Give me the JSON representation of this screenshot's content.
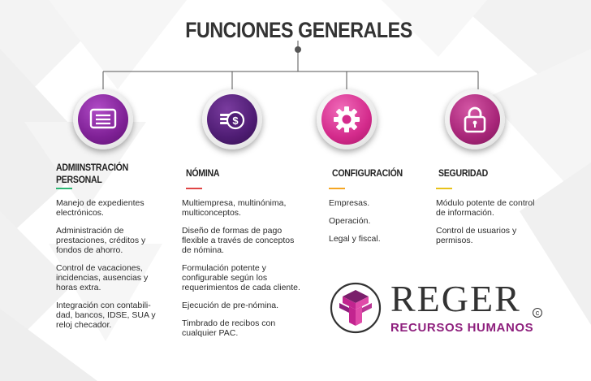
{
  "title": "FUNCIONES GENERALES",
  "colors": {
    "accent_purple": "#7f2196",
    "accent_dark_purple": "#4f1d74",
    "accent_magenta": "#d42b8c",
    "accent_pink": "#a82679",
    "rule_green": "#2bb673",
    "rule_red": "#e04545",
    "rule_orange": "#f5a623",
    "rule_yellow": "#e8c21a"
  },
  "columns": [
    {
      "icon": "document-icon",
      "title": "ADMIINSTRACIÓN PERSONAL",
      "items": [
        "Manejo de expedientes electrónicos.",
        "Administración de prestaciones, créditos y fondos de ahorro.",
        "Control de vacaciones, incidencias, ausencias y horas extra.",
        "Integración con contabili-dad, bancos, IDSE, SUA y reloj checador."
      ]
    },
    {
      "icon": "coins-dollar-icon",
      "title": "NÓMINA",
      "items": [
        "Multiempresa, multinónima, multiconceptos.",
        "Diseño de formas de pago flexible a través de conceptos de nómina.",
        "Formulación potente y configurable según los requerimientos de cada cliente.",
        "Ejecución de pre-nómina.",
        "Timbrado de recibos con cualquier PAC."
      ]
    },
    {
      "icon": "gear-icon",
      "title": "CONFIGURACIÓN",
      "items": [
        "Empresas.",
        "Operación.",
        "Legal y fiscal."
      ]
    },
    {
      "icon": "padlock-icon",
      "title": "SEGURIDAD",
      "items": [
        "Módulo potente de control de información.",
        "Control de usuarios y permisos."
      ]
    }
  ],
  "logo": {
    "name": "REGER",
    "subtitle": "RECURSOS HUMANOS",
    "copyright": "c"
  }
}
